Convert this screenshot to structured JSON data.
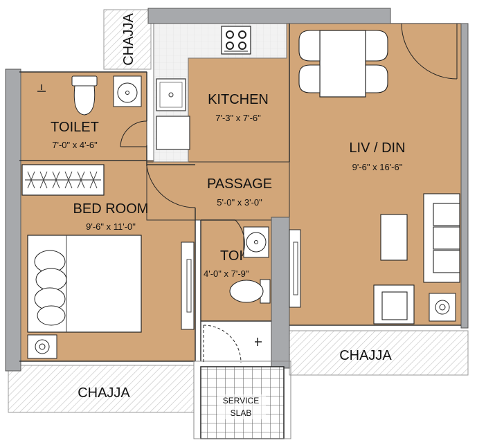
{
  "rooms": {
    "toilet1": {
      "name": "TOILET",
      "size": "7'-0\" x 4'-6\""
    },
    "kitchen": {
      "name": "KITCHEN",
      "size": "7'-3\" x 7'-6\""
    },
    "passage": {
      "name": "PASSAGE",
      "size": "5'-0\" x 3'-0\""
    },
    "liv_din": {
      "name": "LIV / DIN",
      "size": "9'-6\" x 16'-6\""
    },
    "bedroom": {
      "name": "BED ROOM",
      "size": "9'-6\" x 11'-0\""
    },
    "toilet2": {
      "name": "TOI",
      "size": "4'-0\" x 7'-9\""
    }
  },
  "chajja": {
    "top": "CHAJJA",
    "right": "CHAJJA",
    "bottom": "CHAJJA"
  },
  "service_slab": {
    "line1": "SERVICE",
    "line2": "SLAB"
  },
  "colors": {
    "floor": "#d2a679",
    "wall": "#a7a9ac",
    "hatch": "#c8c8c8",
    "line": "#222222"
  }
}
